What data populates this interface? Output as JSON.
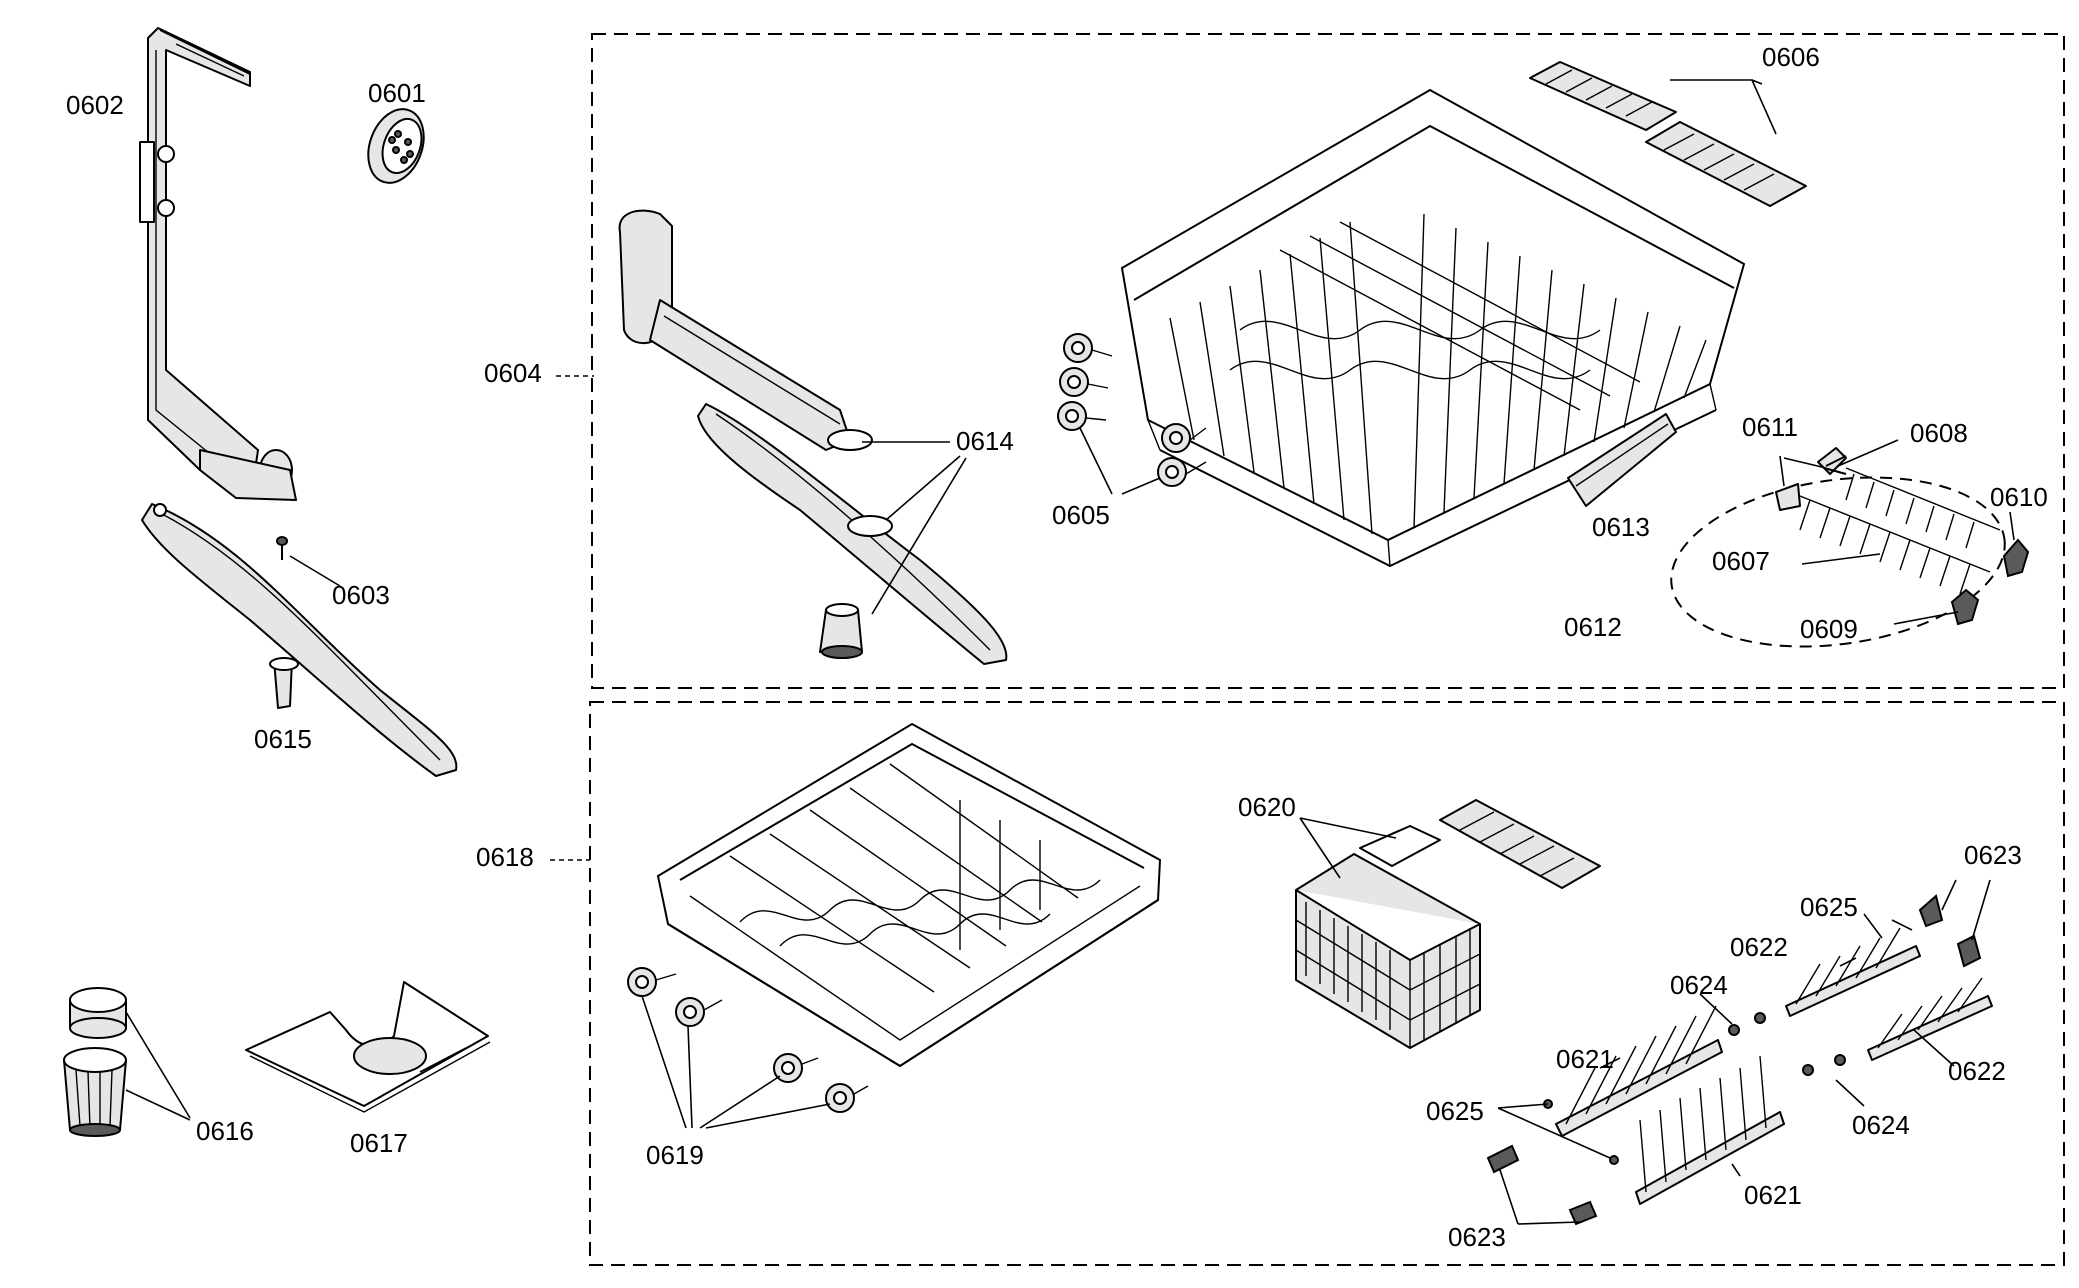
{
  "labels": {
    "l0601": "0601",
    "l0602": "0602",
    "l0603": "0603",
    "l0604": "0604",
    "l0605": "0605",
    "l0606": "0606",
    "l0607": "0607",
    "l0608": "0608",
    "l0609": "0609",
    "l0610": "0610",
    "l0611": "0611",
    "l0612": "0612",
    "l0613": "0613",
    "l0614": "0614",
    "l0615": "0615",
    "l0616": "0616",
    "l0617": "0617",
    "l0618": "0618",
    "l0619": "0619",
    "l0620": "0620",
    "l0621a": "0621",
    "l0621b": "0621",
    "l0622a": "0622",
    "l0622b": "0622",
    "l0623a": "0623",
    "l0623b": "0623",
    "l0624a": "0624",
    "l0624b": "0624",
    "l0625a": "0625",
    "l0625b": "0625"
  },
  "icons": {
    "upper_spray_arm": "spray-arm-icon",
    "lower_spray_arm": "spray-arm-icon",
    "upper_rack": "wire-rack-icon",
    "lower_rack": "wire-rack-icon",
    "cutlery_basket": "basket-icon",
    "filter": "filter-icon"
  }
}
